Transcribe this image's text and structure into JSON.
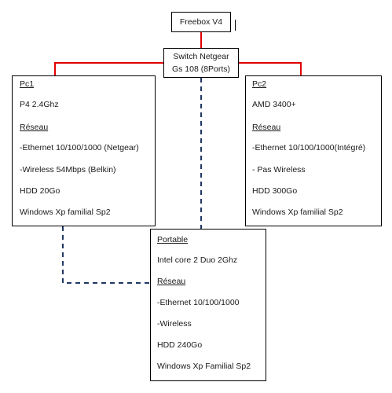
{
  "diagram": {
    "freebox": {
      "label": "Freebox V4"
    },
    "switch": {
      "line1": "Switch Netgear",
      "line2": "Gs 108 (8Ports)"
    },
    "pc1": {
      "title": "Pc1",
      "cpu": "P4 2.4Ghz",
      "network_heading": "Réseau",
      "ethernet": "-Ethernet 10/100/1000  (Netgear)",
      "wireless": "-Wireless 54Mbps (Belkin)",
      "hdd": "HDD 20Go",
      "os": "Windows Xp familial Sp2"
    },
    "pc2": {
      "title": "Pc2",
      "cpu": "AMD 3400+",
      "network_heading": "Réseau",
      "ethernet": "-Ethernet 10/100/1000(Intégré)",
      "wireless": "- Pas Wireless",
      "hdd": "HDD 300Go",
      "os": "Windows Xp familial Sp2"
    },
    "portable": {
      "title": "Portable",
      "cpu": "Intel core 2 Duo 2Ghz",
      "network_heading": "Réseau",
      "ethernet": "-Ethernet 10/100/1000",
      "wireless": "-Wireless",
      "hdd": "HDD 240Go",
      "os": "Windows Xp Familial Sp2"
    },
    "colors": {
      "wired_link": "#e00000",
      "wireless_link": "#1f3864",
      "box_border": "#000000"
    }
  }
}
